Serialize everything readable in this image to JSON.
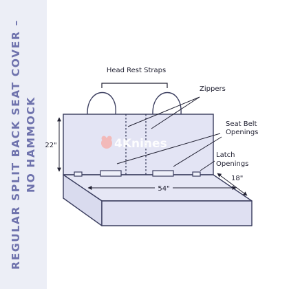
{
  "title": {
    "line1": "REGULAR SPLIT BACK SEAT COVER –",
    "line2": "NO HAMMOCK"
  },
  "labels": {
    "head_rest_straps": "Head Rest Straps",
    "zippers": "Zippers",
    "seat_belt_line1": "Seat Belt",
    "seat_belt_line2": "Openings",
    "latch_line1": "Latch",
    "latch_line2": "Openings"
  },
  "dimensions": {
    "height": "22\"",
    "width": "54\"",
    "depth": "18\""
  },
  "watermark": {
    "text": "4Knines"
  },
  "colors": {
    "title": "#6f73ad",
    "panel": "#eceef6",
    "cover_fill": "#e3e4f4",
    "outline": "#3a3d5e"
  }
}
